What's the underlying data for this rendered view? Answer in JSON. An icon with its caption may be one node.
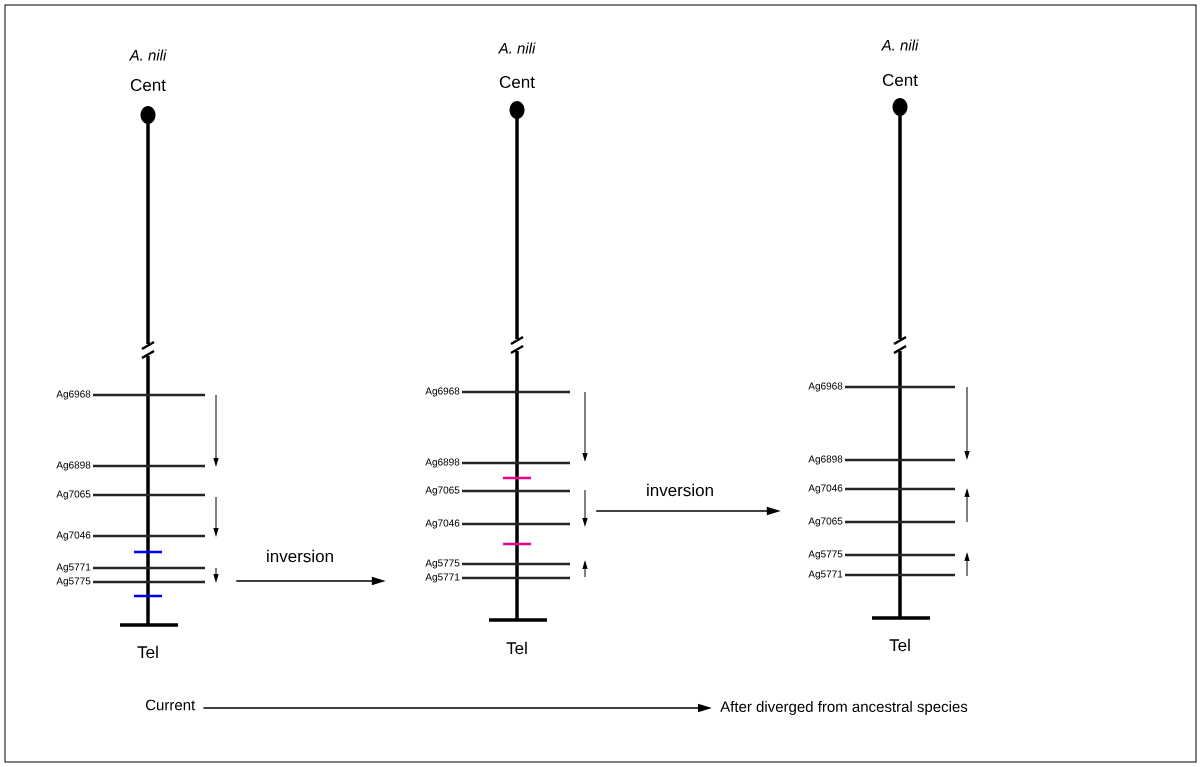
{
  "diagram": {
    "nodes": [
      {
        "text": [
          "A. nili",
          "Cent",
          "Ag6968",
          "Ag6898",
          "Ag7065",
          "Ag7046",
          "Ag5771",
          "Ag5775",
          "Tel"
        ]
      },
      {
        "text": [
          "A. nili",
          "Cent",
          "Ag6968",
          "Ag6898",
          "Ag7065",
          "Ag7046",
          "Ag5775",
          "Ag5771",
          "Tel"
        ]
      },
      {
        "text": [
          "A. nili",
          "Cent",
          "Ag6968",
          "Ag6898",
          "Ag7046",
          "Ag7065",
          "Ag5775",
          "Ag5771",
          "Tel"
        ]
      },
      {
        "text": [
          "Current"
        ]
      },
      {
        "text": [
          "After diverged from ancestral species"
        ]
      }
    ],
    "edges": [
      {
        "from": 0,
        "to": 1,
        "arrow": "to",
        "label": "inversion"
      },
      {
        "from": 1,
        "to": 2,
        "arrow": "to",
        "label": "inversion"
      },
      {
        "from": 3,
        "to": 4,
        "arrow": "to"
      }
    ]
  }
}
